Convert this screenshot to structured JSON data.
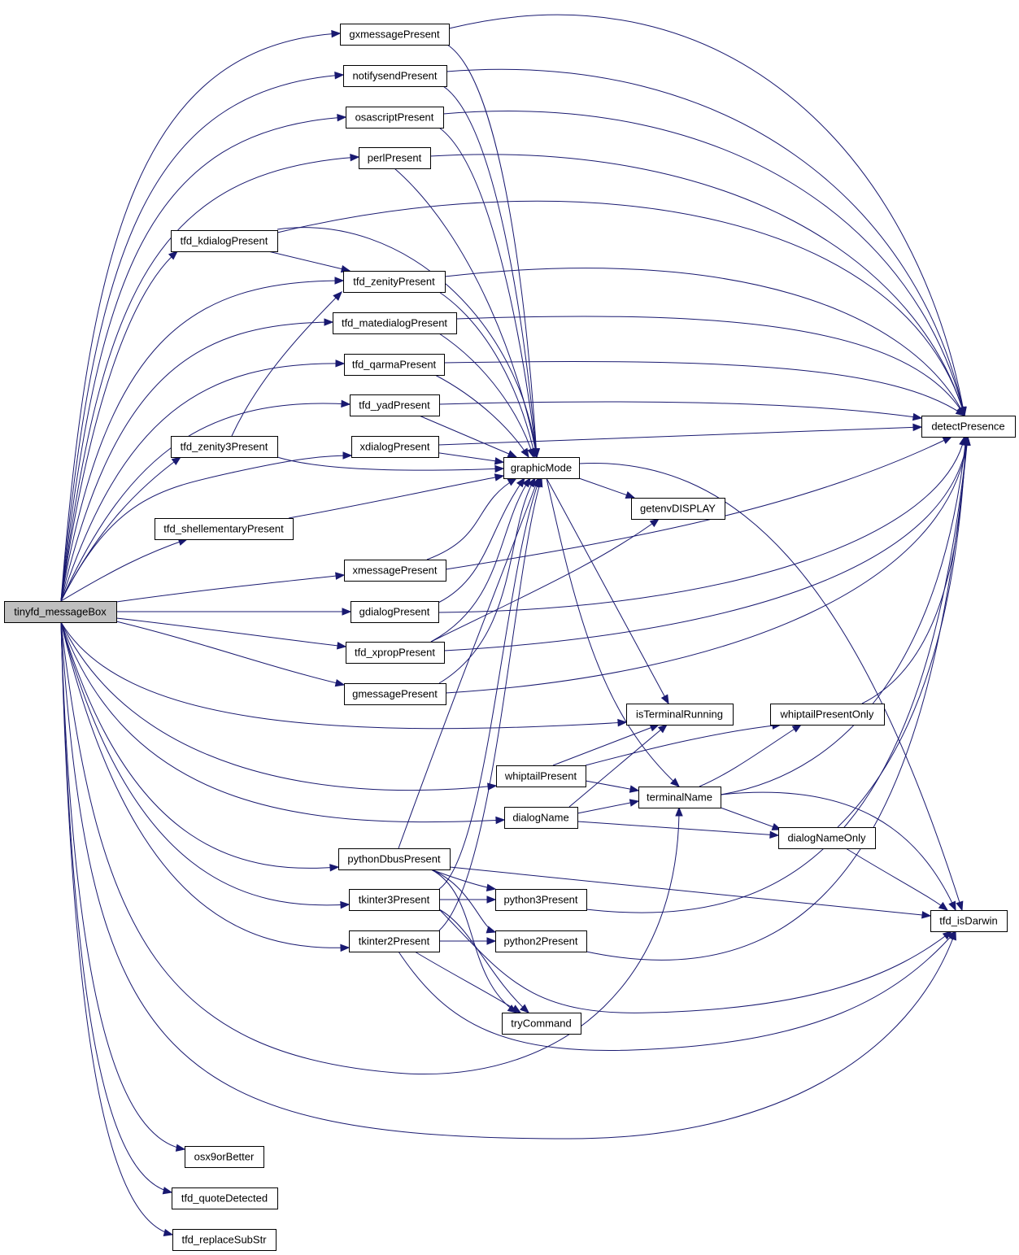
{
  "nodes": [
    {
      "id": "tinyfd_messageBox",
      "label": "tinyfd_messageBox",
      "role": "root"
    },
    {
      "id": "gxmessagePresent",
      "label": "gxmessagePresent"
    },
    {
      "id": "notifysendPresent",
      "label": "notifysendPresent"
    },
    {
      "id": "osascriptPresent",
      "label": "osascriptPresent"
    },
    {
      "id": "perlPresent",
      "label": "perlPresent"
    },
    {
      "id": "tfd_kdialogPresent",
      "label": "tfd_kdialogPresent"
    },
    {
      "id": "tfd_zenityPresent",
      "label": "tfd_zenityPresent"
    },
    {
      "id": "tfd_matedialogPresent",
      "label": "tfd_matedialogPresent"
    },
    {
      "id": "tfd_qarmaPresent",
      "label": "tfd_qarmaPresent"
    },
    {
      "id": "tfd_yadPresent",
      "label": "tfd_yadPresent"
    },
    {
      "id": "tfd_zenity3Present",
      "label": "tfd_zenity3Present"
    },
    {
      "id": "xdialogPresent",
      "label": "xdialogPresent"
    },
    {
      "id": "tfd_shellementaryPresent",
      "label": "tfd_shellementaryPresent"
    },
    {
      "id": "xmessagePresent",
      "label": "xmessagePresent"
    },
    {
      "id": "gdialogPresent",
      "label": "gdialogPresent"
    },
    {
      "id": "tfd_xpropPresent",
      "label": "tfd_xpropPresent"
    },
    {
      "id": "gmessagePresent",
      "label": "gmessagePresent"
    },
    {
      "id": "graphicMode",
      "label": "graphicMode"
    },
    {
      "id": "getenvDISPLAY",
      "label": "getenvDISPLAY"
    },
    {
      "id": "detectPresence",
      "label": "detectPresence"
    },
    {
      "id": "isTerminalRunning",
      "label": "isTerminalRunning"
    },
    {
      "id": "whiptailPresentOnly",
      "label": "whiptailPresentOnly"
    },
    {
      "id": "whiptailPresent",
      "label": "whiptailPresent"
    },
    {
      "id": "terminalName",
      "label": "terminalName",
      "role": "truncated"
    },
    {
      "id": "dialogName",
      "label": "dialogName"
    },
    {
      "id": "dialogNameOnly",
      "label": "dialogNameOnly"
    },
    {
      "id": "pythonDbusPresent",
      "label": "pythonDbusPresent"
    },
    {
      "id": "tkinter3Present",
      "label": "tkinter3Present"
    },
    {
      "id": "python3Present",
      "label": "python3Present"
    },
    {
      "id": "tfd_isDarwin",
      "label": "tfd_isDarwin"
    },
    {
      "id": "tkinter2Present",
      "label": "tkinter2Present"
    },
    {
      "id": "python2Present",
      "label": "python2Present"
    },
    {
      "id": "tryCommand",
      "label": "tryCommand"
    },
    {
      "id": "osx9orBetter",
      "label": "osx9orBetter"
    },
    {
      "id": "tfd_quoteDetected",
      "label": "tfd_quoteDetected"
    },
    {
      "id": "tfd_replaceSubStr",
      "label": "tfd_replaceSubStr"
    }
  ],
  "edges": [
    [
      "tinyfd_messageBox",
      "gxmessagePresent"
    ],
    [
      "tinyfd_messageBox",
      "notifysendPresent"
    ],
    [
      "tinyfd_messageBox",
      "osascriptPresent"
    ],
    [
      "tinyfd_messageBox",
      "perlPresent"
    ],
    [
      "tinyfd_messageBox",
      "tfd_kdialogPresent"
    ],
    [
      "tinyfd_messageBox",
      "tfd_zenityPresent"
    ],
    [
      "tinyfd_messageBox",
      "tfd_matedialogPresent"
    ],
    [
      "tinyfd_messageBox",
      "tfd_qarmaPresent"
    ],
    [
      "tinyfd_messageBox",
      "tfd_yadPresent"
    ],
    [
      "tinyfd_messageBox",
      "tfd_zenity3Present"
    ],
    [
      "tinyfd_messageBox",
      "xdialogPresent"
    ],
    [
      "tinyfd_messageBox",
      "tfd_shellementaryPresent"
    ],
    [
      "tinyfd_messageBox",
      "xmessagePresent"
    ],
    [
      "tinyfd_messageBox",
      "gdialogPresent"
    ],
    [
      "tinyfd_messageBox",
      "tfd_xpropPresent"
    ],
    [
      "tinyfd_messageBox",
      "gmessagePresent"
    ],
    [
      "tinyfd_messageBox",
      "isTerminalRunning"
    ],
    [
      "tinyfd_messageBox",
      "whiptailPresent"
    ],
    [
      "tinyfd_messageBox",
      "dialogName"
    ],
    [
      "tinyfd_messageBox",
      "pythonDbusPresent"
    ],
    [
      "tinyfd_messageBox",
      "tkinter3Present"
    ],
    [
      "tinyfd_messageBox",
      "tkinter2Present"
    ],
    [
      "tinyfd_messageBox",
      "terminalName"
    ],
    [
      "tinyfd_messageBox",
      "tfd_isDarwin"
    ],
    [
      "tinyfd_messageBox",
      "osx9orBetter"
    ],
    [
      "tinyfd_messageBox",
      "tfd_quoteDetected"
    ],
    [
      "tinyfd_messageBox",
      "tfd_replaceSubStr"
    ],
    [
      "gxmessagePresent",
      "detectPresence"
    ],
    [
      "gxmessagePresent",
      "graphicMode"
    ],
    [
      "notifysendPresent",
      "detectPresence"
    ],
    [
      "notifysendPresent",
      "graphicMode"
    ],
    [
      "osascriptPresent",
      "detectPresence"
    ],
    [
      "osascriptPresent",
      "graphicMode"
    ],
    [
      "perlPresent",
      "detectPresence"
    ],
    [
      "perlPresent",
      "graphicMode"
    ],
    [
      "tfd_kdialogPresent",
      "detectPresence"
    ],
    [
      "tfd_kdialogPresent",
      "graphicMode"
    ],
    [
      "tfd_kdialogPresent",
      "tfd_zenityPresent"
    ],
    [
      "tfd_zenityPresent",
      "detectPresence"
    ],
    [
      "tfd_zenityPresent",
      "graphicMode"
    ],
    [
      "tfd_matedialogPresent",
      "detectPresence"
    ],
    [
      "tfd_matedialogPresent",
      "graphicMode"
    ],
    [
      "tfd_qarmaPresent",
      "detectPresence"
    ],
    [
      "tfd_qarmaPresent",
      "graphicMode"
    ],
    [
      "tfd_yadPresent",
      "detectPresence"
    ],
    [
      "tfd_yadPresent",
      "graphicMode"
    ],
    [
      "tfd_zenity3Present",
      "tfd_zenityPresent"
    ],
    [
      "tfd_zenity3Present",
      "graphicMode"
    ],
    [
      "xdialogPresent",
      "detectPresence"
    ],
    [
      "xdialogPresent",
      "graphicMode"
    ],
    [
      "tfd_shellementaryPresent",
      "graphicMode"
    ],
    [
      "xmessagePresent",
      "detectPresence"
    ],
    [
      "xmessagePresent",
      "graphicMode"
    ],
    [
      "gdialogPresent",
      "detectPresence"
    ],
    [
      "gdialogPresent",
      "graphicMode"
    ],
    [
      "tfd_xpropPresent",
      "detectPresence"
    ],
    [
      "tfd_xpropPresent",
      "graphicMode"
    ],
    [
      "tfd_xpropPresent",
      "getenvDISPLAY"
    ],
    [
      "gmessagePresent",
      "detectPresence"
    ],
    [
      "gmessagePresent",
      "graphicMode"
    ],
    [
      "graphicMode",
      "getenvDISPLAY"
    ],
    [
      "graphicMode",
      "isTerminalRunning"
    ],
    [
      "graphicMode",
      "terminalName"
    ],
    [
      "graphicMode",
      "tfd_isDarwin"
    ],
    [
      "whiptailPresent",
      "isTerminalRunning"
    ],
    [
      "whiptailPresent",
      "whiptailPresentOnly"
    ],
    [
      "whiptailPresent",
      "terminalName"
    ],
    [
      "dialogName",
      "isTerminalRunning"
    ],
    [
      "dialogName",
      "terminalName"
    ],
    [
      "dialogName",
      "dialogNameOnly"
    ],
    [
      "terminalName",
      "whiptailPresentOnly"
    ],
    [
      "terminalName",
      "detectPresence"
    ],
    [
      "terminalName",
      "dialogNameOnly"
    ],
    [
      "terminalName",
      "tfd_isDarwin"
    ],
    [
      "whiptailPresentOnly",
      "detectPresence"
    ],
    [
      "dialogNameOnly",
      "detectPresence"
    ],
    [
      "dialogNameOnly",
      "tfd_isDarwin"
    ],
    [
      "pythonDbusPresent",
      "graphicMode"
    ],
    [
      "pythonDbusPresent",
      "tfd_isDarwin"
    ],
    [
      "pythonDbusPresent",
      "python3Present"
    ],
    [
      "pythonDbusPresent",
      "python2Present"
    ],
    [
      "pythonDbusPresent",
      "tryCommand"
    ],
    [
      "tkinter3Present",
      "graphicMode"
    ],
    [
      "tkinter3Present",
      "python3Present"
    ],
    [
      "tkinter3Present",
      "tryCommand"
    ],
    [
      "tkinter3Present",
      "tfd_isDarwin"
    ],
    [
      "tkinter2Present",
      "graphicMode"
    ],
    [
      "tkinter2Present",
      "python2Present"
    ],
    [
      "tkinter2Present",
      "tryCommand"
    ],
    [
      "tkinter2Present",
      "tfd_isDarwin"
    ],
    [
      "python3Present",
      "detectPresence"
    ],
    [
      "python2Present",
      "detectPresence"
    ]
  ],
  "colors": {
    "edge": "#191970",
    "node_border": "#000000",
    "truncated_border": "#ff0000",
    "root_fill": "#bfbfbf",
    "node_fill": "#ffffff"
  }
}
